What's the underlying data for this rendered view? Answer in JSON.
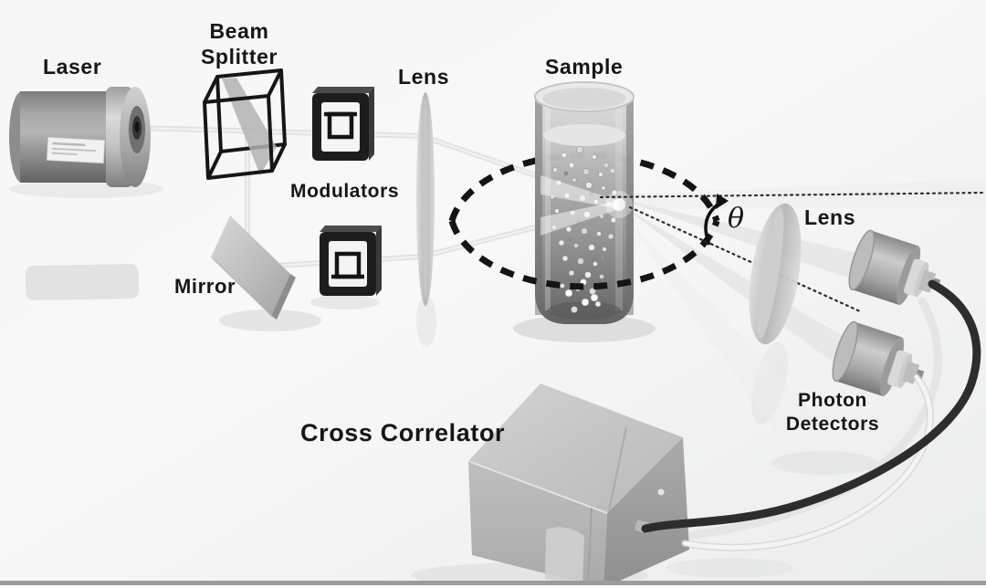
{
  "diagram": {
    "labels": {
      "laser": "Laser",
      "beam_splitter": [
        "Beam",
        "Splitter"
      ],
      "modulators": "Modulators",
      "mirror": "Mirror",
      "lens_left": "Lens",
      "sample": "Sample",
      "lens_right": "Lens",
      "theta": "θ",
      "photon_detectors": [
        "Photon",
        "Detectors"
      ],
      "cross_correlator": "Cross Correlator"
    },
    "colors": {
      "background": "#f4f4f4",
      "label_text": "#161616",
      "beam_light": "#e4e4e4",
      "outline_dark": "#141414",
      "device_gray": "#9e9e9e",
      "cable_black": "#2d2d2d",
      "bottom_bar": "#9c9c9c"
    }
  }
}
